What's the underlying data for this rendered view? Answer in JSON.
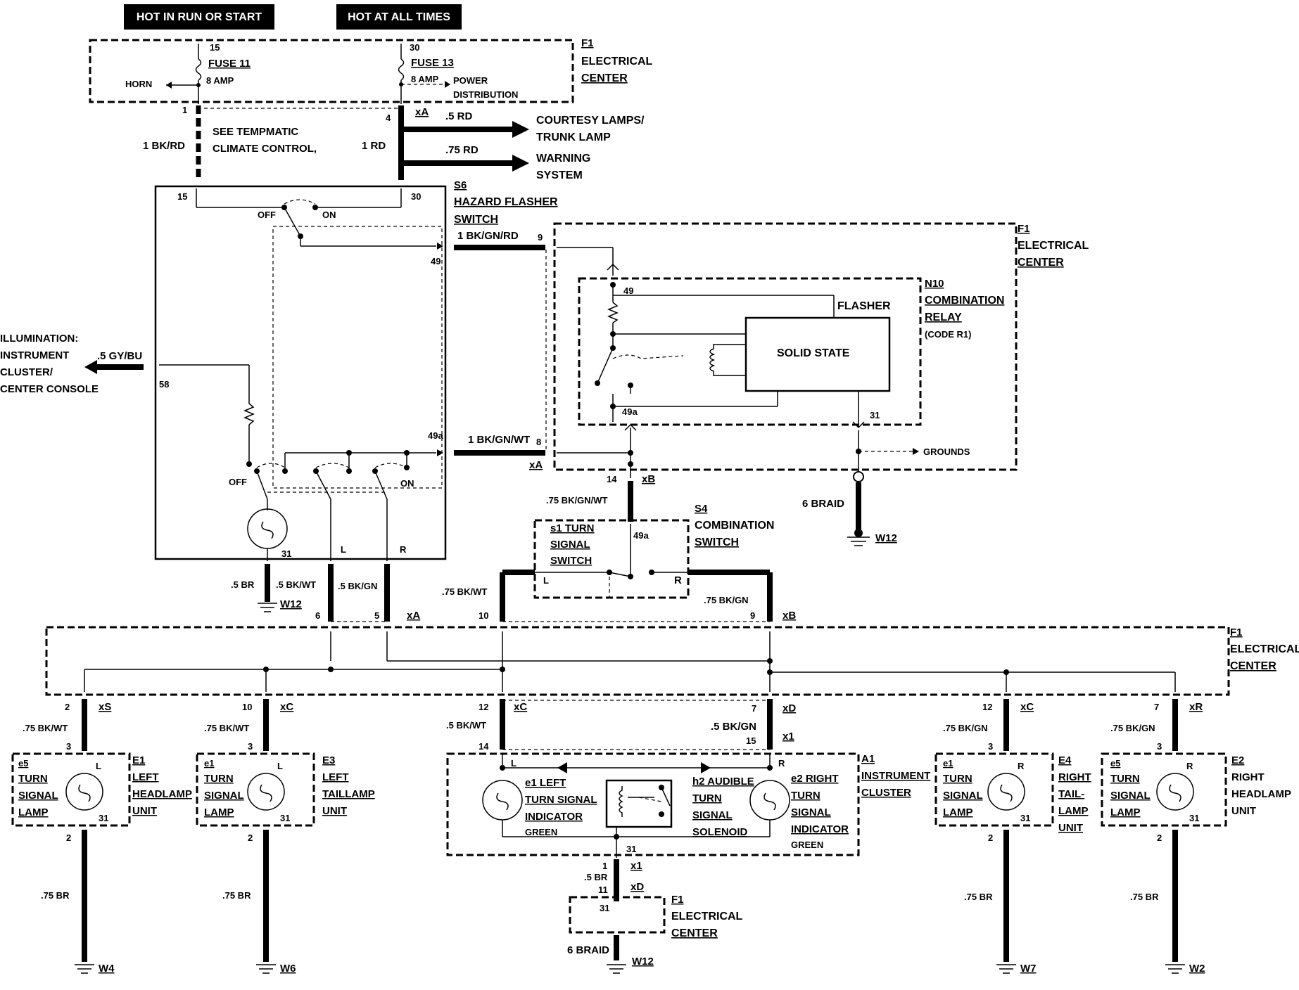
{
  "headers": {
    "hot_in_run": "HOT IN RUN OR START",
    "hot_at_all_times": "HOT AT ALL TIMES"
  },
  "fusebox": {
    "ref": "F1",
    "name1": "ELECTRICAL",
    "name2": "CENTER",
    "fuse11": "FUSE 11",
    "fuse11_amp": "8 AMP",
    "fuse13": "FUSE 13",
    "fuse13_amp": "8 AMP",
    "pin15": "15",
    "pin30": "30",
    "horn": "HORN",
    "power_dist1": "POWER",
    "power_dist2": "DISTRIBUTION"
  },
  "top_wiring": {
    "pin1": "1",
    "pin4": "4",
    "xA": "xA",
    "wire_bkrd": "1 BK/RD",
    "see1": "SEE TEMPMATIC",
    "see2": "CLIMATE CONTROL,",
    "wire_1rd": "1 RD",
    "wire_5rd": ".5 RD",
    "wire_75rd": ".75 RD",
    "courtesy1": "COURTESY LAMPS/",
    "courtesy2": "TRUNK LAMP",
    "warning1": "WARNING",
    "warning2": "SYSTEM"
  },
  "hazard_switch": {
    "ref": "S6",
    "name1": "HAZARD FLASHER",
    "name2": "SWITCH",
    "pin15": "15",
    "pin30": "30",
    "off": "OFF",
    "on": "ON",
    "pin49": "49",
    "pin58": "58",
    "pin49a": "49a",
    "off2": "OFF",
    "on2": "ON",
    "pin31": "31",
    "L": "L",
    "R": "R",
    "pin9": "9",
    "pin8": "8",
    "wire_9": "1 BK/GN/RD",
    "wire_8": "1 BK/GN/WT",
    "xA": "xA"
  },
  "illumination": {
    "l1": "ILLUMINATION:",
    "l2": "INSTRUMENT",
    "l3": "CLUSTER/",
    "l4": "CENTER CONSOLE",
    "wire": ".5 GY/BU"
  },
  "relay": {
    "f1": "F1",
    "f1name1": "ELECTRICAL",
    "f1name2": "CENTER",
    "ref": "N10",
    "name1": "COMBINATION",
    "name2": "RELAY",
    "code": "(CODE R1)",
    "flasher": "FLASHER",
    "solid_state": "SOLID STATE",
    "pin49": "49",
    "pin49a": "49a",
    "pin31": "31",
    "grounds": "GROUNDS",
    "pin14": "14",
    "xB": "xB",
    "braid": "6 BRAID",
    "w12": "W12"
  },
  "combo_switch": {
    "ref": "S4",
    "name1": "COMBINATION",
    "name2": "SWITCH",
    "s1": "s1 TURN",
    "s1b": "SIGNAL",
    "s1c": "SWITCH",
    "pin49a": "49a",
    "L": "L",
    "R": "R",
    "wire_top": ".75 BK/GN/WT",
    "wire_left": ".75 BK/WT",
    "wire_right": ".75 BK/GN",
    "pin10": "10",
    "pin9": "9",
    "xB": "xB"
  },
  "hazard_out": {
    "wire_br": ".5 BR",
    "w12": "W12",
    "wire_bkwt": ".5 BK/WT",
    "wire_bkgn": ".5 BK/GN",
    "pin6": "6",
    "pin5": "5",
    "xA": "xA"
  },
  "f1_bottom": {
    "ref": "F1",
    "name1": "ELECTRICAL",
    "name2": "CENTER"
  },
  "lamps": [
    {
      "pin_top": "2",
      "conn": "xS",
      "wire": ".75 BK/WT",
      "pin3": "3",
      "comp": "e5",
      "n1": "TURN",
      "n2": "SIGNAL",
      "n3": "LAMP",
      "side": "L",
      "pin31": "31",
      "ref": "E1",
      "u1": "LEFT",
      "u2": "HEADLAMP",
      "u3": "UNIT",
      "pin2": "2",
      "gwire": ".75 BR",
      "ground": "W4"
    },
    {
      "pin_top": "10",
      "conn": "xC",
      "wire": ".75 BK/WT",
      "pin3": "3",
      "comp": "e1",
      "n1": "TURN",
      "n2": "SIGNAL",
      "n3": "LAMP",
      "side": "L",
      "pin31": "31",
      "ref": "E3",
      "u1": "LEFT",
      "u2": "TAILLAMP",
      "u3": "UNIT",
      "pin2": "2",
      "gwire": ".75 BR",
      "ground": "W6"
    },
    {
      "pin_top": "12",
      "conn": "xC",
      "wire": ".75 BK/GN",
      "pin3": "3",
      "comp": "e1",
      "n1": "TURN",
      "n2": "SIGNAL",
      "n3": "LAMP",
      "side": "R",
      "pin31": "31",
      "ref": "E4",
      "u1": "RIGHT",
      "u2": "TAIL-",
      "u3": "LAMP",
      "u4": "UNIT",
      "pin2": "2",
      "gwire": ".75 BR",
      "ground": "W7"
    },
    {
      "pin_top": "7",
      "conn": "xR",
      "wire": ".75 BK/GN",
      "pin3": "3",
      "comp": "e5",
      "n1": "TURN",
      "n2": "SIGNAL",
      "n3": "LAMP",
      "side": "R",
      "pin31": "31",
      "ref": "E2",
      "u1": "RIGHT",
      "u2": "HEADLAMP",
      "u3": "UNIT",
      "pin2": "2",
      "gwire": ".75 BR",
      "ground": "W2"
    }
  ],
  "cluster": {
    "pin12": "12",
    "pin7": "7",
    "xC": "xC",
    "xD": "xD",
    "wire_bkwt": ".5 BK/WT",
    "wire_bkgn": ".5 BK/GN",
    "pin14": "14",
    "pin15": "15",
    "x1": "x1",
    "ref": "A1",
    "name1": "INSTRUMENT",
    "name2": "CLUSTER",
    "L": "L",
    "R": "R",
    "e1a": "e1 LEFT",
    "e1b": "TURN SIGNAL",
    "e1c": "INDICATOR",
    "e1d": "GREEN",
    "h2a": "h2 AUDIBLE",
    "h2b": "TURN",
    "h2c": "SIGNAL",
    "h2d": "SOLENOID",
    "e2a": "e2 RIGHT",
    "e2b": "TURN",
    "e2c": "SIGNAL",
    "e2d": "INDICATOR",
    "e2e": "GREEN",
    "pin31": "31",
    "pin1": "1",
    "x1b": "x1",
    "wire_br": ".5 BR",
    "pin11": "11",
    "xD2": "xD",
    "f1pin31": "31",
    "f1ref": "F1",
    "f1name1": "ELECTRICAL",
    "f1name2": "CENTER",
    "braid": "6 BRAID",
    "w12": "W12"
  }
}
